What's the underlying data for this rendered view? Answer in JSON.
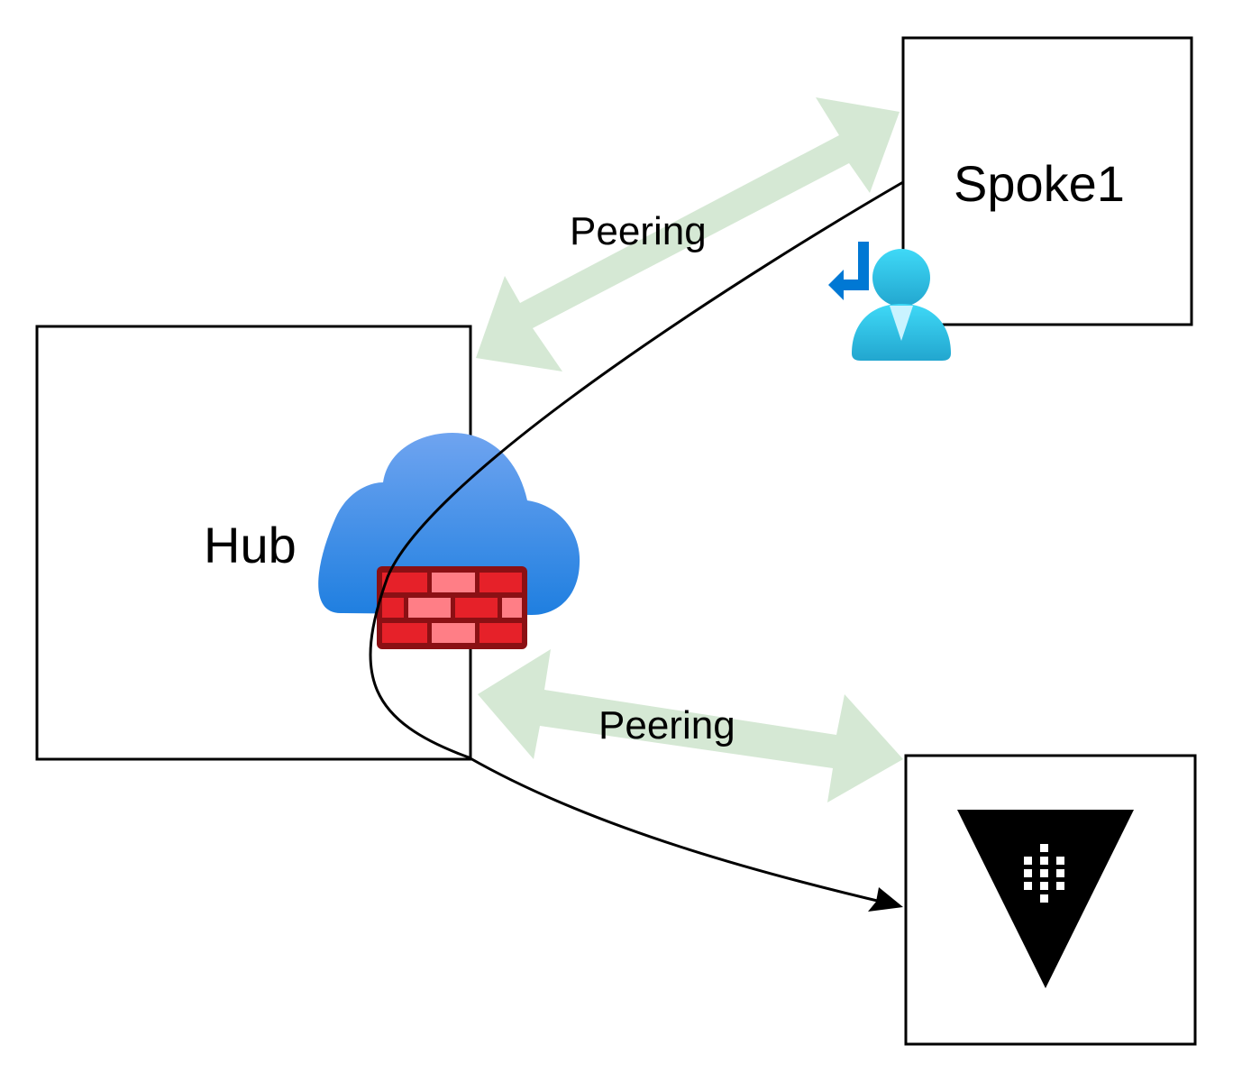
{
  "nodes": {
    "hub": {
      "label": "Hub"
    },
    "spoke1": {
      "label": "Spoke1"
    },
    "vault": {
      "label": ""
    }
  },
  "edges": {
    "peering_top": {
      "label": "Peering"
    },
    "peering_bottom": {
      "label": "Peering"
    }
  },
  "icons": {
    "firewall": "azure-firewall-icon",
    "user": "user-icon",
    "vault": "vault-icon"
  },
  "colors": {
    "peering_arrow": "#d5e8d4",
    "firewall_red": "#e62129",
    "cloud_blue": "#3f8fe6",
    "user_cyan": "#32bedd",
    "user_arrow_blue": "#0078d4"
  }
}
